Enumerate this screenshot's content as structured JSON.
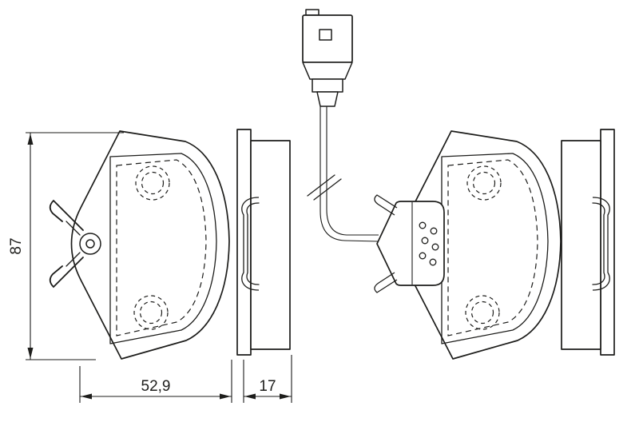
{
  "colors": {
    "background": "#ffffff",
    "line": "#1d1d1b"
  },
  "dims": {
    "height": "87",
    "width": "52,9",
    "thickness": "17"
  }
}
